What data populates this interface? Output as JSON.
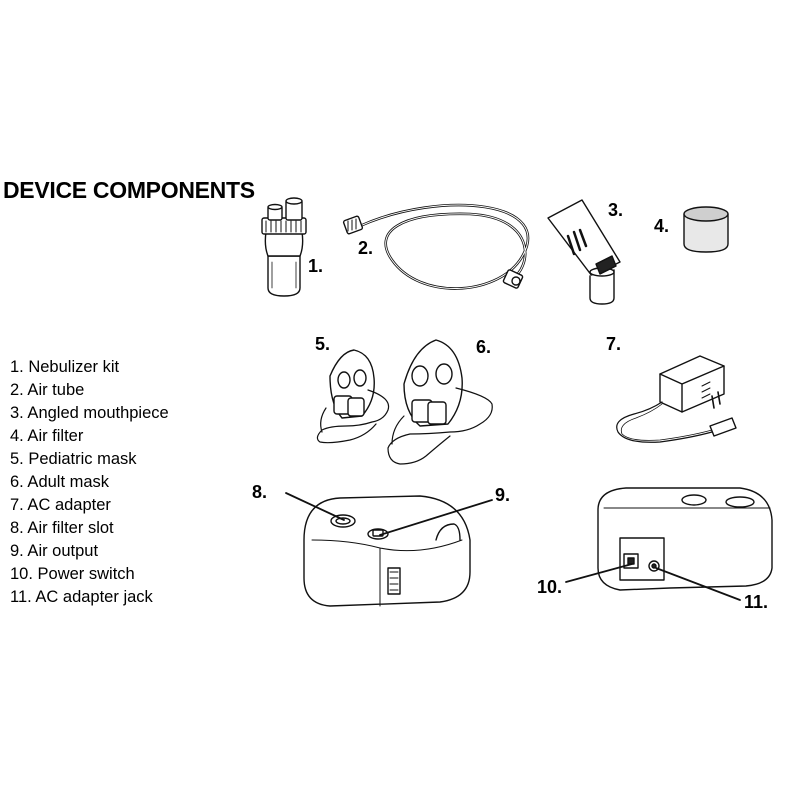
{
  "title": "DEVICE COMPONENTS",
  "components": [
    {
      "num": "1.",
      "label": "1. Nebulizer kit"
    },
    {
      "num": "2.",
      "label": "2. Air tube"
    },
    {
      "num": "3.",
      "label": "3. Angled mouthpiece"
    },
    {
      "num": "4.",
      "label": "4. Air filter"
    },
    {
      "num": "5.",
      "label": "5. Pediatric mask"
    },
    {
      "num": "6.",
      "label": "6. Adult mask"
    },
    {
      "num": "7.",
      "label": "7. AC adapter"
    },
    {
      "num": "8.",
      "label": "8. Air filter slot"
    },
    {
      "num": "9.",
      "label": "9. Air output"
    },
    {
      "num": "10.",
      "label": "10. Power switch"
    },
    {
      "num": "11.",
      "label": "11. AC adapter jack"
    }
  ]
}
